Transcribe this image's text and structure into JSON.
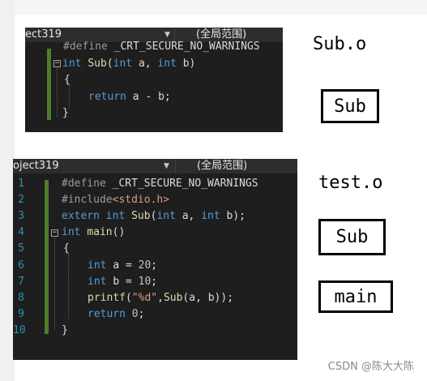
{
  "editor_top": {
    "project_label": "ect319",
    "scope_label": "(全局范围)",
    "lines": [
      {
        "num": "",
        "tokens": [
          [
            "pp",
            "#define "
          ],
          [
            "var",
            "_CRT_SECURE_NO_WARNINGS"
          ]
        ]
      },
      {
        "num": "",
        "tokens": [
          [
            "kw",
            "int "
          ],
          [
            "fn",
            "Sub"
          ],
          [
            "var",
            "("
          ],
          [
            "kw",
            "int "
          ],
          [
            "var",
            "a, "
          ],
          [
            "kw",
            "int "
          ],
          [
            "var",
            "b)"
          ]
        ]
      },
      {
        "num": "",
        "tokens": [
          [
            "var",
            "{"
          ]
        ]
      },
      {
        "num": "",
        "tokens": [
          [
            "kw",
            "return "
          ],
          [
            "var",
            "a - b;"
          ]
        ]
      },
      {
        "num": "",
        "tokens": [
          [
            "var",
            "}"
          ]
        ]
      }
    ]
  },
  "editor_bottom": {
    "project_label": "oject319",
    "scope_label": "(全局范围)",
    "lines": [
      {
        "num": "1",
        "tokens": [
          [
            "pp",
            "#define "
          ],
          [
            "var",
            "_CRT_SECURE_NO_WARNINGS"
          ]
        ]
      },
      {
        "num": "2",
        "tokens": [
          [
            "pp",
            "#include"
          ],
          [
            "hdr",
            "<stdio.h>"
          ]
        ]
      },
      {
        "num": "3",
        "tokens": [
          [
            "kw",
            "extern "
          ],
          [
            "kw",
            "int "
          ],
          [
            "fn",
            "Sub"
          ],
          [
            "var",
            "("
          ],
          [
            "kw",
            "int "
          ],
          [
            "var",
            "a, "
          ],
          [
            "kw",
            "int "
          ],
          [
            "var",
            "b);"
          ]
        ]
      },
      {
        "num": "4",
        "tokens": [
          [
            "kw",
            "int "
          ],
          [
            "fn",
            "main"
          ],
          [
            "var",
            "()"
          ]
        ]
      },
      {
        "num": "5",
        "tokens": [
          [
            "var",
            "{"
          ]
        ]
      },
      {
        "num": "6",
        "tokens": [
          [
            "kw",
            "int "
          ],
          [
            "var",
            "a = "
          ],
          [
            "num",
            "20"
          ],
          [
            "var",
            ";"
          ]
        ]
      },
      {
        "num": "7",
        "tokens": [
          [
            "kw",
            "int "
          ],
          [
            "var",
            "b = "
          ],
          [
            "num",
            "10"
          ],
          [
            "var",
            ";"
          ]
        ]
      },
      {
        "num": "8",
        "tokens": [
          [
            "fn",
            "printf"
          ],
          [
            "var",
            "("
          ],
          [
            "str",
            "\"%d\""
          ],
          [
            "var",
            ","
          ],
          [
            "fn",
            "Sub"
          ],
          [
            "var",
            "(a, b));"
          ]
        ]
      },
      {
        "num": "9",
        "tokens": [
          [
            "kw",
            "return "
          ],
          [
            "num",
            "0"
          ],
          [
            "var",
            ";"
          ]
        ]
      },
      {
        "num": "10",
        "tokens": [
          [
            "var",
            "}"
          ]
        ]
      }
    ]
  },
  "labels": {
    "sub_o": "Sub.o",
    "sub_o_box": "Sub",
    "test_o": "test.o",
    "test_o_box1": "Sub",
    "test_o_box2": "main"
  },
  "watermark": "CSDN @陈大大陈",
  "colors": {
    "editor_bg": "#1e1e1e",
    "keyword": "#569cd6",
    "function": "#dcdcaa",
    "number": "#b5cea8",
    "string": "#d69d85",
    "line_number": "#2b91af",
    "change_bar": "#4e7d2c"
  }
}
